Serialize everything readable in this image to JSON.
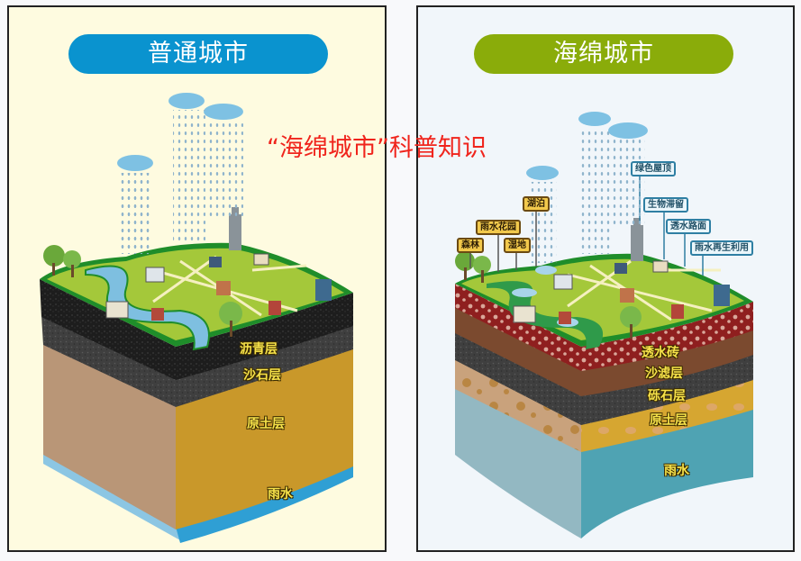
{
  "overlay_title": "“海绵城市”科普知识",
  "left_panel": {
    "title": "普通城市",
    "title_color": "#0a93cf",
    "background": "#fefbe0",
    "layers": [
      {
        "label": "沥青层",
        "color": "#1c1c1c"
      },
      {
        "label": "沙石层",
        "color": "#3d3d3d"
      },
      {
        "label": "原土层",
        "color": "#c9982a"
      },
      {
        "label": "雨水",
        "color": "#2f9fd4"
      }
    ]
  },
  "right_panel": {
    "title": "海绵城市",
    "title_color": "#8aac0a",
    "background": "#f1f6fa",
    "callouts_left": [
      "森林",
      "雨水花园",
      "湿地",
      "湖泊"
    ],
    "callouts_right": [
      "绿色屋顶",
      "生物滞留",
      "透水路面",
      "雨水再生利用"
    ],
    "layers": [
      {
        "label": "透水砖",
        "color": "#8e1f1f"
      },
      {
        "label": "沙滤层",
        "color": "#7a4a2e"
      },
      {
        "label": "砾石层",
        "color": "#474747"
      },
      {
        "label": "原土层",
        "color": "#d9a632"
      },
      {
        "label": "雨水",
        "color": "#4fa3b3"
      }
    ]
  }
}
